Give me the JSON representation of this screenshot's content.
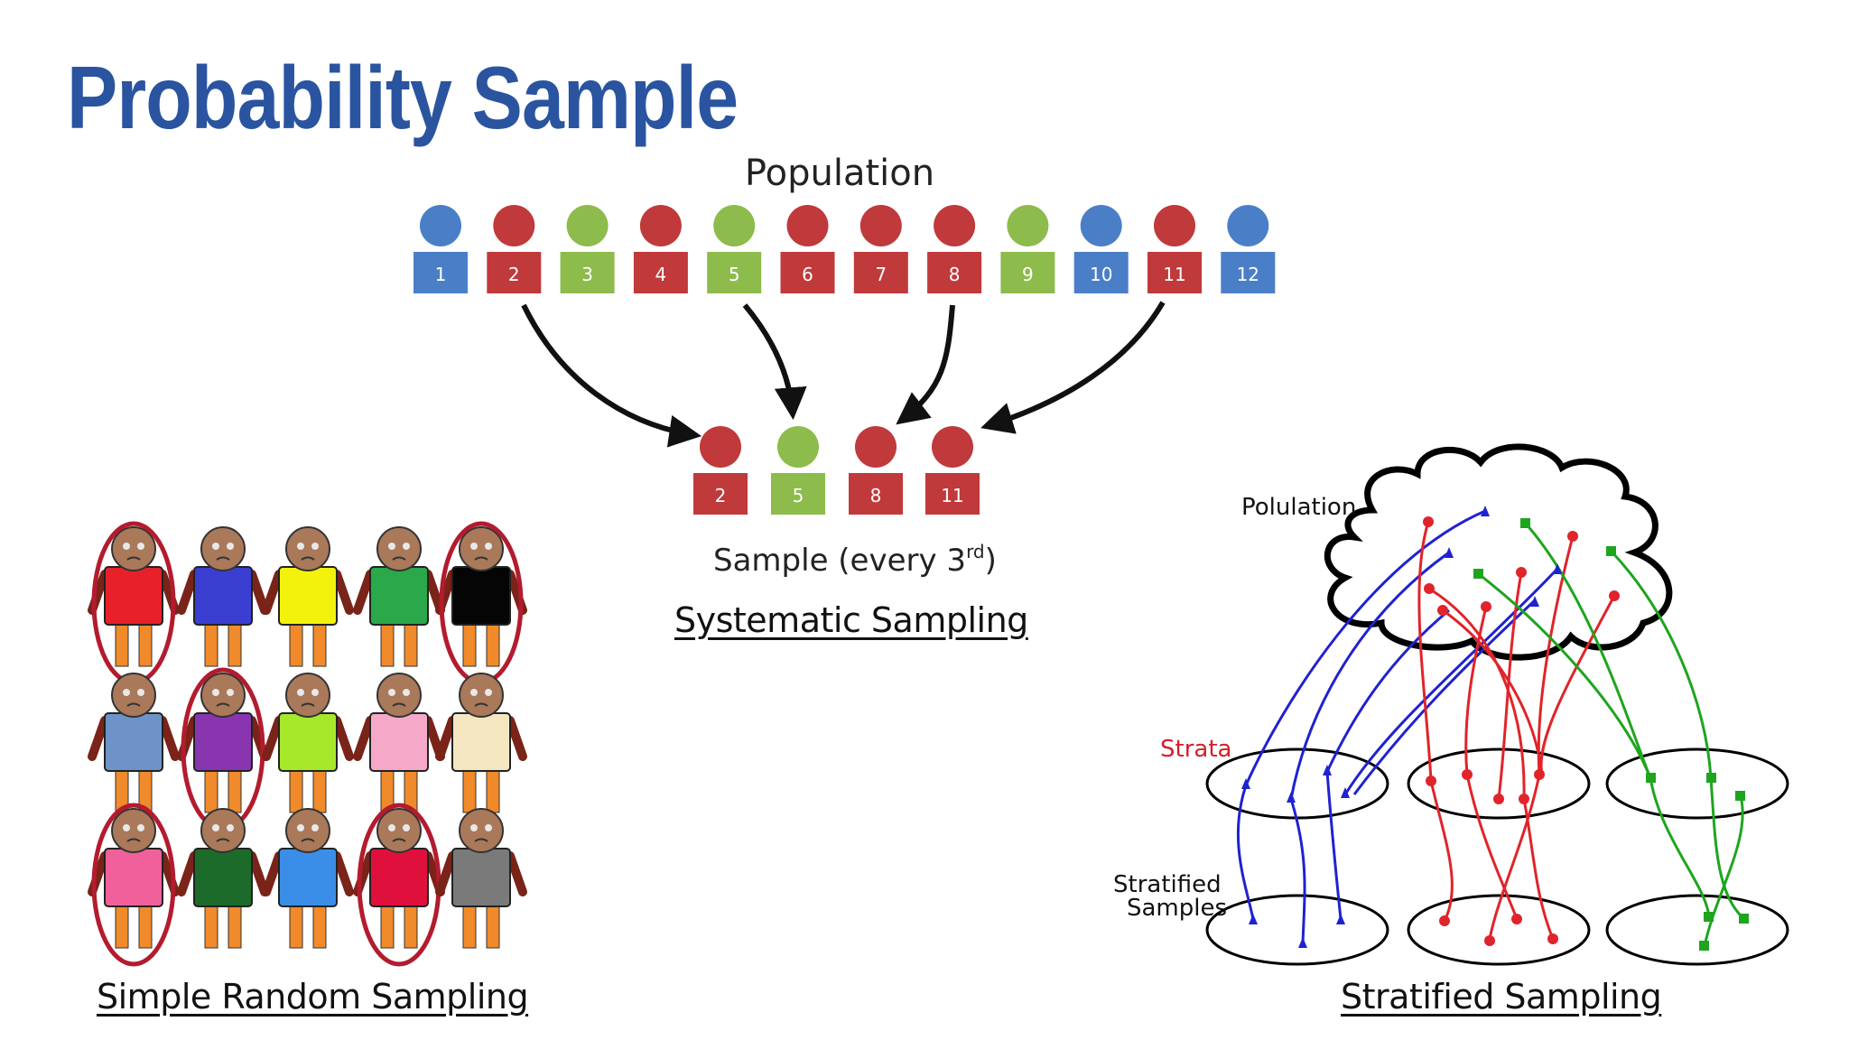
{
  "slide": {
    "title": "Probability Sample"
  },
  "systematic": {
    "population_label": "Population",
    "population": [
      {
        "n": "1",
        "color": "blue"
      },
      {
        "n": "2",
        "color": "red"
      },
      {
        "n": "3",
        "color": "green"
      },
      {
        "n": "4",
        "color": "red"
      },
      {
        "n": "5",
        "color": "green"
      },
      {
        "n": "6",
        "color": "red"
      },
      {
        "n": "7",
        "color": "red"
      },
      {
        "n": "8",
        "color": "red"
      },
      {
        "n": "9",
        "color": "green"
      },
      {
        "n": "10",
        "color": "blue"
      },
      {
        "n": "11",
        "color": "red"
      },
      {
        "n": "12",
        "color": "blue"
      }
    ],
    "sample": [
      {
        "n": "2",
        "color": "red"
      },
      {
        "n": "5",
        "color": "green"
      },
      {
        "n": "8",
        "color": "red"
      },
      {
        "n": "11",
        "color": "red"
      }
    ],
    "sample_label": "Sample (every 3",
    "sample_label_sup": "rd",
    "sample_label_end": ")",
    "caption": "Systematic Sampling"
  },
  "simple_random": {
    "shirts": [
      "#e8202a",
      "#3b3fd1",
      "#f2f20c",
      "#2aa84a",
      "#050505",
      "#6e93c8",
      "#8a35b0",
      "#a6e82a",
      "#f6a8c8",
      "#f4e6c0",
      "#f0609a",
      "#1d6b2a",
      "#3a8ee8",
      "#e0103c",
      "#7a7a7a"
    ],
    "circled": [
      0,
      4,
      6,
      10,
      13
    ],
    "caption": "Simple Random Sampling"
  },
  "stratified": {
    "population_label": "Polulation",
    "strata_label": "Strata",
    "samples_label_1": "Stratified",
    "samples_label_2": "Samples",
    "caption": "Stratified Sampling"
  },
  "colors": {
    "title": "#2a54a0",
    "blue": "#4a7fc7",
    "red": "#c0393b",
    "green": "#8dbb4c",
    "line_blue": "#1f22d0",
    "line_red": "#e0242a",
    "line_green": "#1ea51e",
    "skin": "#a9795a",
    "pants": "#f08a2a",
    "ring": "#b31b2e"
  }
}
